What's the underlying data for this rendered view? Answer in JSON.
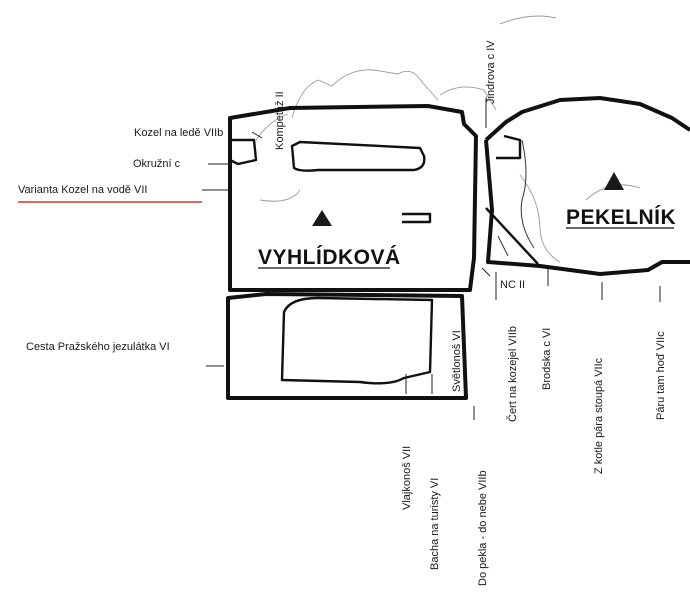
{
  "massifs": {
    "left": {
      "name": "VYHLÍDKOVÁ",
      "summit_icon": "summit-triangle-icon"
    },
    "right": {
      "name": "PEKELNÍK",
      "summit_icon": "summit-triangle-icon"
    }
  },
  "routes": {
    "kozel_na_lede": "Kozel na ledě VIIb",
    "okruzni": "Okružní c",
    "varianta_kozel": "Varianta Kozel na vodě VII",
    "cesta_prazskeho": "Cesta Pražského jezulátka VI",
    "kompetaz": "Kompetáž II",
    "jindrova": "Jindrova c IV",
    "nc": "NC II",
    "svetlonos": "Světlonoš VI",
    "vlajkonos": "Vlajkonoš VII",
    "bacha": "Bacha na turisty VI",
    "do_pekla": "Do pekla - do nebe VIIb",
    "cert": "Čert na kozejel VIIb",
    "brodska": "Brodska c VI",
    "z_kotle": "Z kotle pára stoupá VIIc",
    "paru_tam": "Páru tam hoď VIIc"
  },
  "highlight": {
    "route": "varianta_kozel",
    "color": "#e0302a"
  },
  "colors": {
    "ink": "#111111",
    "paper": "#ffffff"
  }
}
